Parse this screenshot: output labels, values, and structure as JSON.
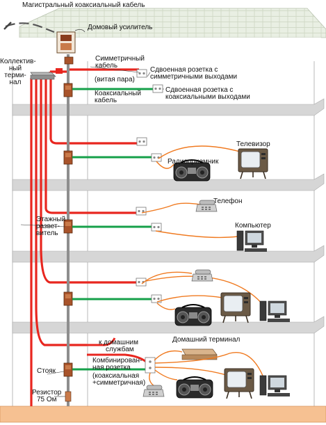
{
  "labels": {
    "main_cable": "Магистральный коаксиальный кабель",
    "amplifier": "Домовый усилитель",
    "collective_terminal": [
      "Коллектив-",
      "ный",
      "терми-",
      "нал"
    ],
    "symmetric_cable": [
      "Симметричный",
      "кабель"
    ],
    "twisted_pair": "(витая пара)",
    "coax_cable": [
      "Коаксиальный",
      "кабель"
    ],
    "dual_socket_sym": [
      "Сдвоенная розетка с",
      "симметричными выходами"
    ],
    "dual_socket_coax": [
      "Сдвоенная розетка с",
      "коаксиальными выходами"
    ],
    "tv": "Телевизор",
    "radio": "Радиоприемник",
    "phone": "Телефон",
    "floor_splitter": [
      "Этажный",
      "развет-",
      "витель"
    ],
    "computer": "Компьютер",
    "to_home_services": [
      "к домашним",
      "службам"
    ],
    "home_terminal": "Домашний терминал",
    "combined_socket": [
      "Комбинирован-",
      "ная розетка",
      "(коаксиальная",
      "+симметричная)"
    ],
    "riser": "Стояк",
    "resistor": [
      "Резистор",
      "75 Ом"
    ]
  },
  "colors": {
    "red_cable": "#e8261f",
    "green_cable": "#16a04a",
    "orange_wire": "#f07a20",
    "floor_slab": "#d9d9d9",
    "foundation": "#f6c192",
    "roof": "#e6ede0",
    "splitter": "#a8532a"
  }
}
